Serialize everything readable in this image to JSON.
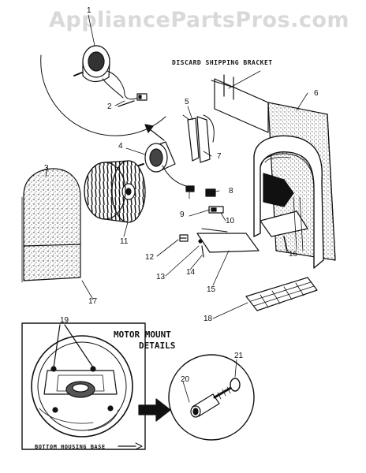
{
  "watermark": "AppliancePartsPros.com",
  "captions": {
    "discard_bracket": "DISCARD SHIPPING BRACKET",
    "motor_mount_line1": "MOTOR MOUNT",
    "motor_mount_line2": "DETAILS",
    "housing_base": "BOTTOM HOUSING BASE"
  },
  "part_labels": {
    "p1": "1",
    "p2": "2",
    "p3": "3",
    "p4": "4",
    "p5": "5",
    "p6": "6",
    "p7": "7",
    "p8": "8",
    "p9": "9",
    "p10": "10",
    "p11": "11",
    "p12": "12",
    "p13": "13",
    "p14": "14",
    "p15": "15",
    "p16": "16",
    "p17": "17",
    "p18": "18",
    "p19": "19",
    "p20": "20",
    "p21": "21"
  },
  "colors": {
    "ink": "#111111",
    "watermark": "#d9d9d9",
    "background": "#ffffff"
  }
}
